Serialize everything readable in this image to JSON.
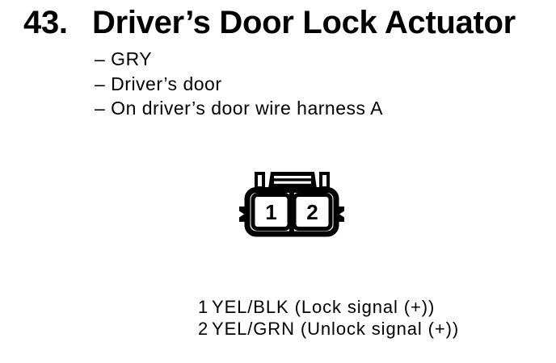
{
  "colors": {
    "ink": "#000000",
    "paper": "#ffffff"
  },
  "header": {
    "item_number": "43.",
    "title": "Driver’s Door Lock Actuator"
  },
  "details": {
    "bullets": [
      "– GRY",
      "– Driver’s door",
      "– On driver’s door wire harness A"
    ]
  },
  "connector": {
    "pins": [
      {
        "number": "1"
      },
      {
        "number": "2"
      }
    ]
  },
  "pin_legend": {
    "rows": [
      {
        "pin": "1",
        "label": "YEL/BLK (Lock signal (+))"
      },
      {
        "pin": "2",
        "label": "YEL/GRN (Unlock signal (+))"
      }
    ]
  }
}
